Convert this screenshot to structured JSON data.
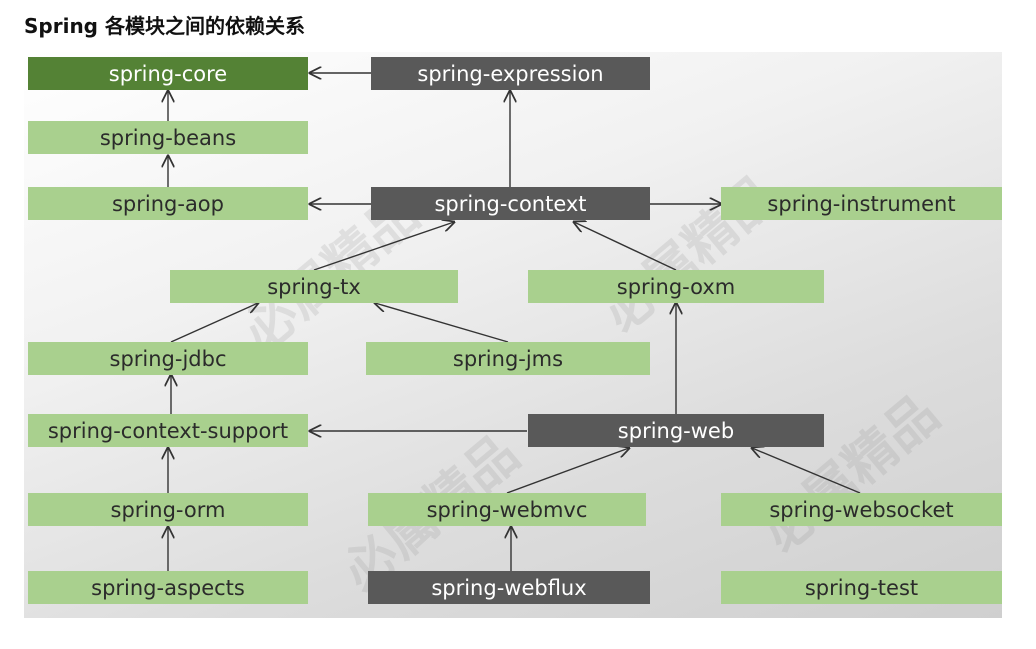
{
  "title": "Spring 各模块之间的依赖关系",
  "watermark": "必属精品",
  "modules": {
    "core": "spring-core",
    "expression": "spring-expression",
    "beans": "spring-beans",
    "aop": "spring-aop",
    "context": "spring-context",
    "instrument": "spring-instrument",
    "tx": "spring-tx",
    "oxm": "spring-oxm",
    "jdbc": "spring-jdbc",
    "jms": "spring-jms",
    "context_support": "spring-context-support",
    "web": "spring-web",
    "orm": "spring-orm",
    "webmvc": "spring-webmvc",
    "websocket": "spring-websocket",
    "aspects": "spring-aspects",
    "webflux": "spring-webflux",
    "test": "spring-test"
  },
  "colors": {
    "light_module": "#a9d08e",
    "dark_module": "#595959",
    "core_module": "#548235",
    "arrow": "#333333"
  },
  "dependencies": [
    {
      "from": "spring-expression",
      "to": "spring-core"
    },
    {
      "from": "spring-beans",
      "to": "spring-core"
    },
    {
      "from": "spring-aop",
      "to": "spring-beans"
    },
    {
      "from": "spring-context",
      "to": "spring-aop"
    },
    {
      "from": "spring-context",
      "to": "spring-expression"
    },
    {
      "from": "spring-context",
      "to": "spring-instrument"
    },
    {
      "from": "spring-tx",
      "to": "spring-context"
    },
    {
      "from": "spring-oxm",
      "to": "spring-context"
    },
    {
      "from": "spring-jdbc",
      "to": "spring-tx"
    },
    {
      "from": "spring-jms",
      "to": "spring-tx"
    },
    {
      "from": "spring-context-support",
      "to": "spring-jdbc"
    },
    {
      "from": "spring-web",
      "to": "spring-context-support"
    },
    {
      "from": "spring-web",
      "to": "spring-oxm"
    },
    {
      "from": "spring-orm",
      "to": "spring-context-support"
    },
    {
      "from": "spring-webmvc",
      "to": "spring-web"
    },
    {
      "from": "spring-websocket",
      "to": "spring-web"
    },
    {
      "from": "spring-aspects",
      "to": "spring-orm"
    },
    {
      "from": "spring-webflux",
      "to": "spring-webmvc"
    }
  ]
}
